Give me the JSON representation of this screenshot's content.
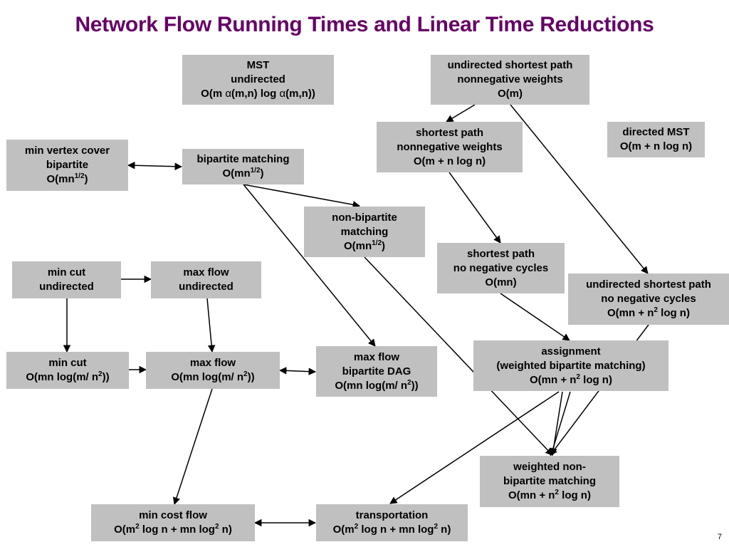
{
  "title": "Network Flow Running Times and Linear Time Reductions",
  "page_number": "7",
  "nodes": {
    "mst_undirected": {
      "line1": "MST",
      "line2": "undirected",
      "line3_pre": "O(m ",
      "alpha": "α",
      "line3_mid": "(m,n) log ",
      "line3_post": "(m,n))"
    },
    "undirected_sp_nonneg": {
      "line1": "undirected shortest path",
      "line2": "nonnegative weights",
      "line3": "O(m)"
    },
    "sp_nonneg": {
      "line1": "shortest path",
      "line2": "nonnegative weights",
      "line3": "O(m + n log n)"
    },
    "directed_mst": {
      "line1": "directed MST",
      "line2": "O(m + n log n)"
    },
    "min_vertex_cover_bipartite": {
      "line1": "min vertex cover",
      "line2": "bipartite",
      "line3_pre": "O(mn",
      "exp": "1/2",
      "line3_post": ")"
    },
    "bipartite_matching": {
      "line1": "bipartite matching",
      "line2_pre": "O(mn",
      "exp": "1/2",
      "line2_post": ")"
    },
    "non_bipartite_matching": {
      "line1": "non-bipartite",
      "line2": "matching",
      "line3_pre": "O(mn",
      "exp": "1/2",
      "line3_post": ")"
    },
    "sp_no_neg_cycles": {
      "line1": "shortest path",
      "line2": "no negative cycles",
      "line3": "O(mn)"
    },
    "undirected_sp_no_neg_cycles": {
      "line1": "undirected shortest path",
      "line2": "no negative cycles",
      "line3_pre": "O(mn + n",
      "exp": "2",
      "line3_post": " log n)"
    },
    "min_cut_undirected": {
      "line1": "min cut",
      "line2": "undirected"
    },
    "max_flow_undirected": {
      "line1": "max flow",
      "line2": "undirected"
    },
    "min_cut": {
      "line1": "min cut",
      "line2_pre": "O(mn log(m/ n",
      "exp": "2",
      "line2_post": "))"
    },
    "max_flow": {
      "line1": "max flow",
      "line2_pre": "O(mn log(m/ n",
      "exp": "2",
      "line2_post": "))"
    },
    "max_flow_bipartite_dag": {
      "line1": "max flow",
      "line2": "bipartite DAG",
      "line3_pre": "O(mn log(m/ n",
      "exp": "2",
      "line3_post": "))"
    },
    "assignment": {
      "line1": "assignment",
      "line2": "(weighted bipartite matching)",
      "line3_pre": "O(mn + n",
      "exp": "2",
      "line3_post": " log n)"
    },
    "weighted_non_bipartite": {
      "line1": "weighted non-",
      "line2": "bipartite matching",
      "line3_pre": "O(mn + n",
      "exp": "2",
      "line3_post": " log n)"
    },
    "min_cost_flow": {
      "line1": "min cost flow",
      "line2_pre": "O(m",
      "exp1": "2",
      "line2_mid": " log n + mn log",
      "exp2": "2",
      "line2_post": " n)"
    },
    "transportation": {
      "line1": "transportation",
      "line2_pre": "O(m",
      "exp1": "2",
      "line2_mid": " log n + mn log",
      "exp2": "2",
      "line2_post": " n)"
    }
  }
}
